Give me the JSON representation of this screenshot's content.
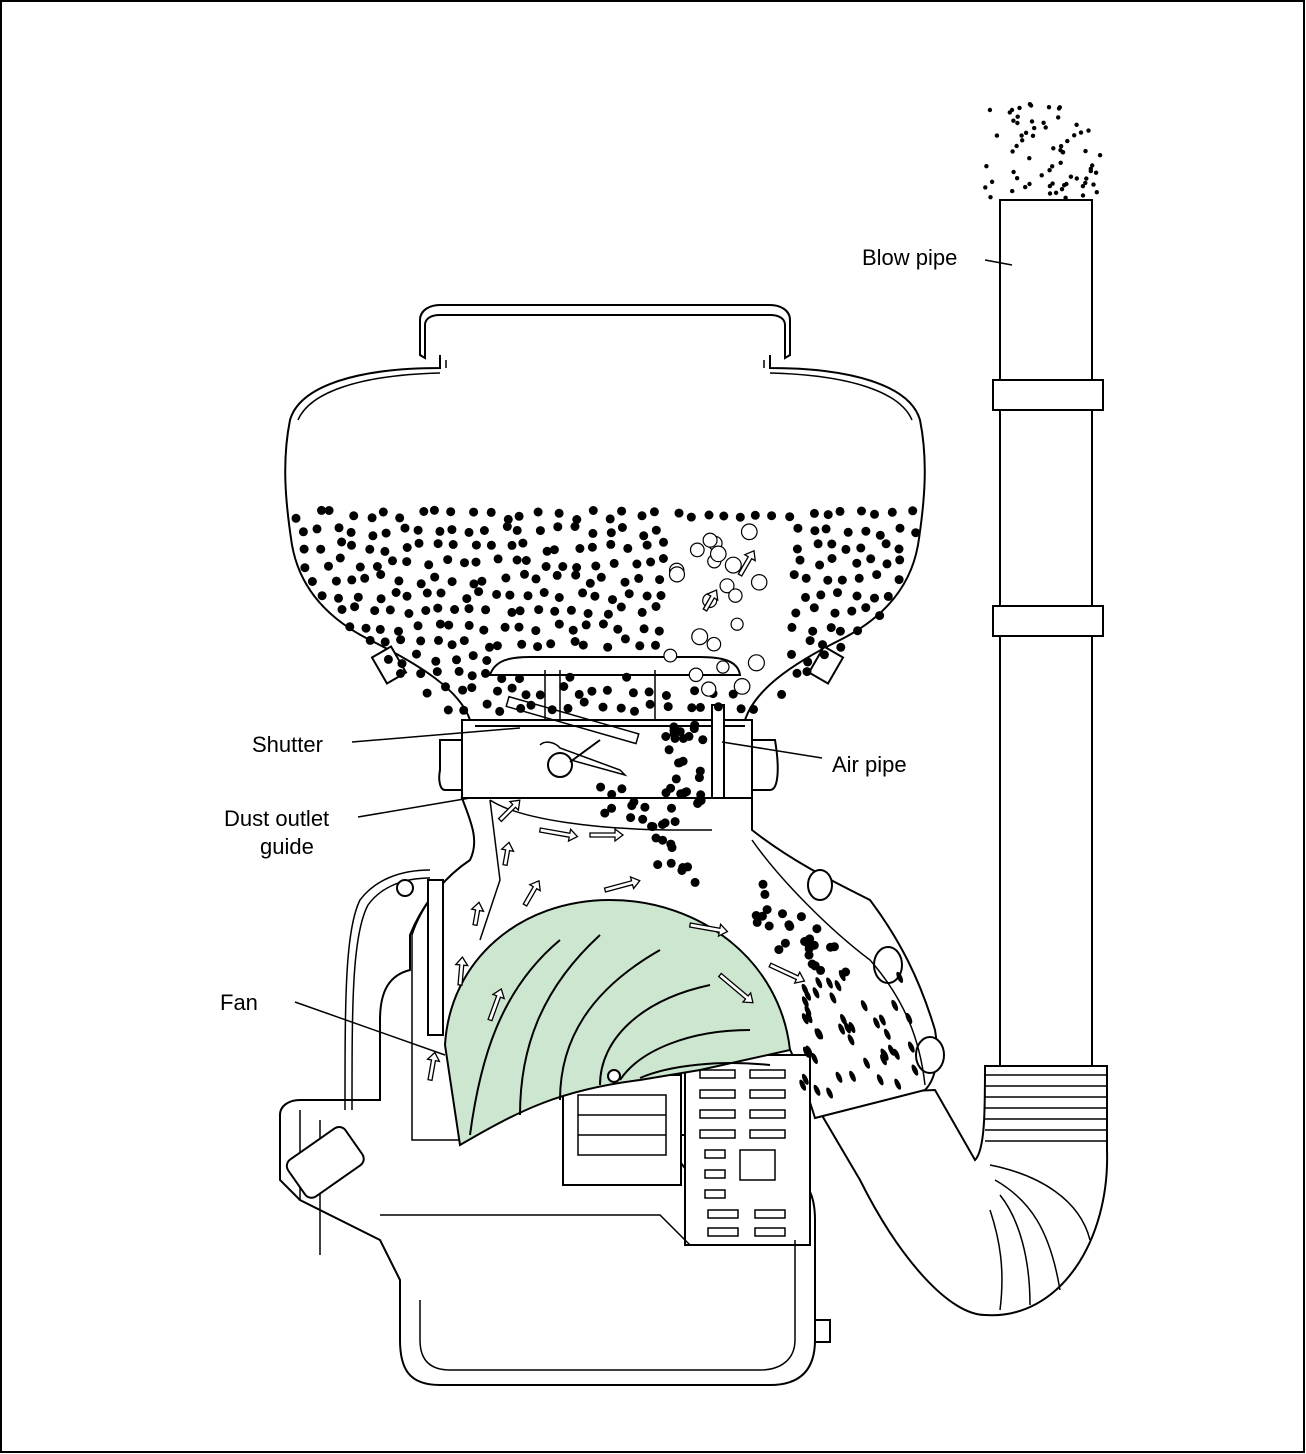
{
  "labels": {
    "blow_pipe": "Blow pipe",
    "shutter": "Shutter",
    "air_pipe": "Air pipe",
    "dust_outlet_1": "Dust outlet",
    "dust_outlet_2": "guide",
    "fan": "Fan"
  },
  "colors": {
    "fan_fill": "#cde6d0",
    "line": "#000000",
    "background": "#ffffff"
  }
}
